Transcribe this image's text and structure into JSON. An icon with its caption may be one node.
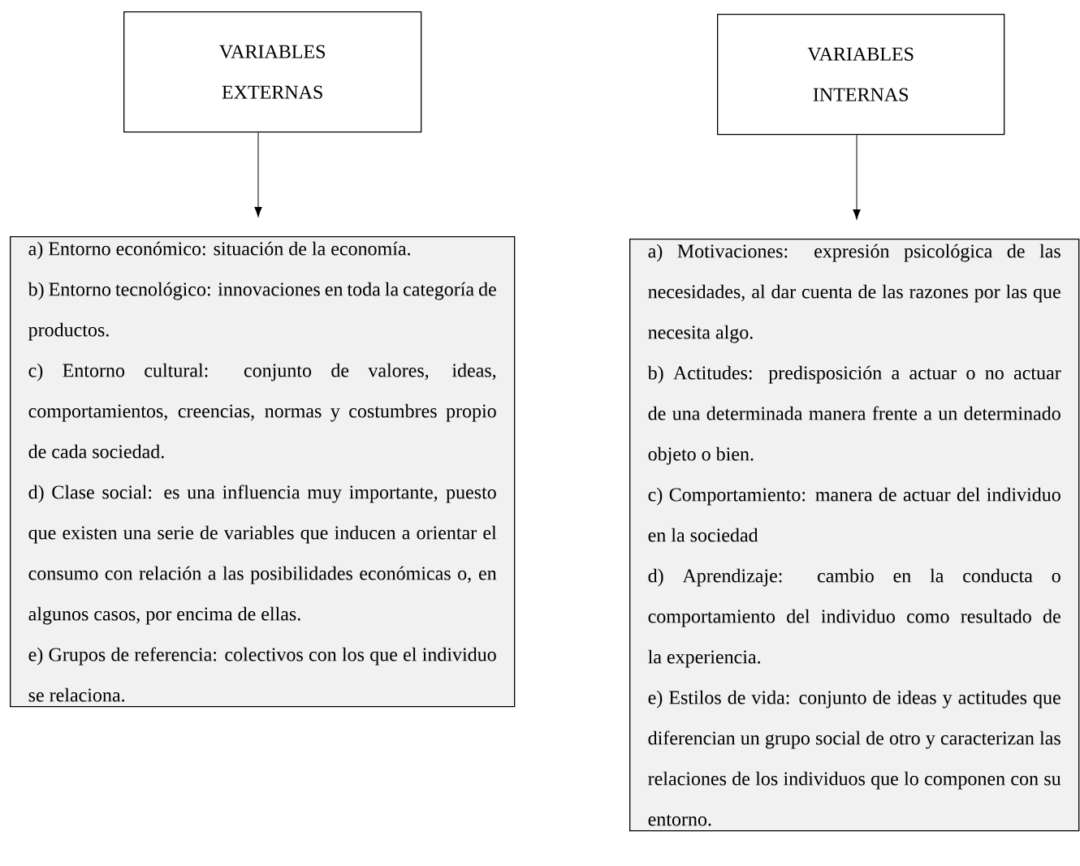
{
  "diagram": {
    "nodes": [
      {
        "text": [
          "VARIABLES EXTERNAS"
        ]
      },
      {
        "text": [
          "VARIABLES INTERNAS"
        ]
      },
      {
        "text": [
          "a) Entorno económico: situación de la economía.",
          "b) Entorno tecnológico: innovaciones en toda la categoría de productos.",
          "c) Entorno cultural: conjunto de valores, ideas, comportamientos, creencias, normas y costumbres propio de cada sociedad.",
          "d) Clase social: es una influencia muy importante, puesto que existen una serie de variables que inducen a orientar el consumo con relación a las posibilidades económicas o, en algunos casos, por encima de ellas.",
          "e) Grupos de referencia: colectivos con los que el individuo se relaciona."
        ]
      },
      {
        "text": [
          "a) Motivaciones: expresión psicológica de las necesidades, al dar cuenta de las razones por las que necesita algo.",
          "b) Actitudes: predisposición a actuar o no actuar de una determinada manera frente a un determinado objeto o bien.",
          "c) Comportamiento: manera de actuar del individuo en la sociedad",
          "d) Aprendizaje: cambio en la conducta o comportamiento del individuo como resultado de la experiencia.",
          "e) Estilos de vida: conjunto de ideas y actitudes que diferencian un grupo social de otro y caracterizan las relaciones de los individuos que lo componen con su entorno."
        ]
      }
    ],
    "edges": [
      {
        "from": 0,
        "to": 2,
        "arrow": "to"
      },
      {
        "from": 1,
        "to": 3,
        "arrow": "to"
      }
    ]
  }
}
